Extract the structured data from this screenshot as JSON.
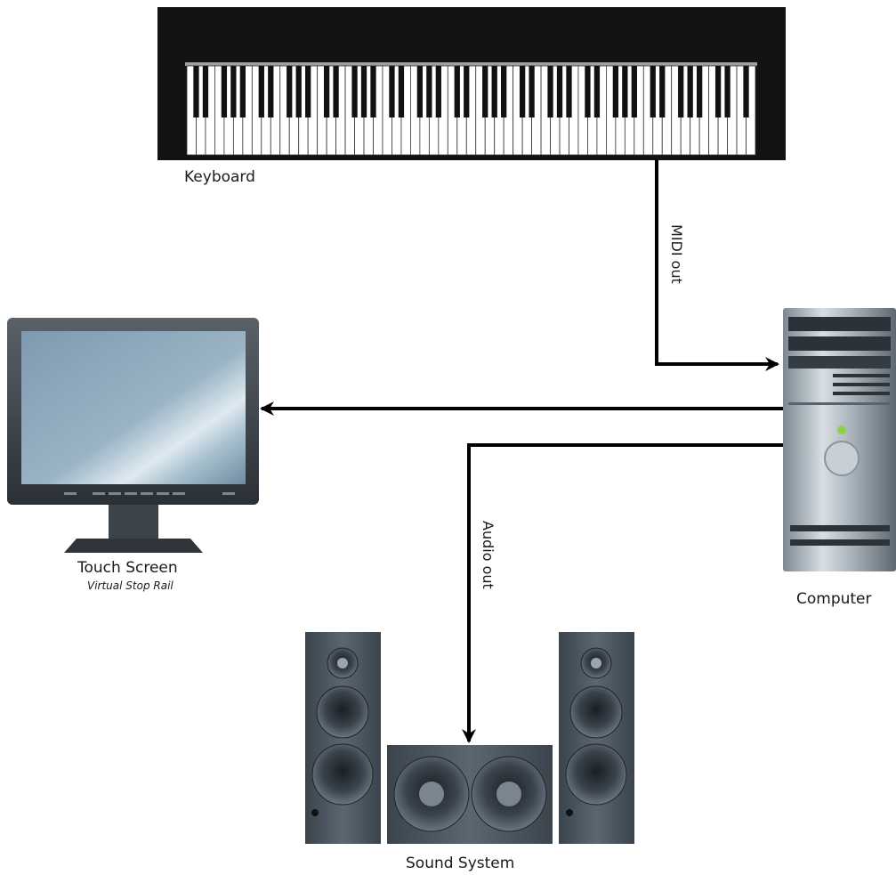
{
  "devices": {
    "keyboard": {
      "label": "Keyboard",
      "white_keys": 61
    },
    "touch_screen": {
      "label": "Touch Screen",
      "sublabel": "Virtual Stop Rail"
    },
    "computer": {
      "label": "Computer"
    },
    "sound_system": {
      "label": "Sound System"
    }
  },
  "connections": {
    "midi": {
      "label": "MIDI out"
    },
    "audio": {
      "label": "Audio out"
    }
  },
  "colors": {
    "line": "#000000",
    "keyboard_body": "#121212",
    "speaker": "#4d5863",
    "power_led": "#8dd14a"
  }
}
